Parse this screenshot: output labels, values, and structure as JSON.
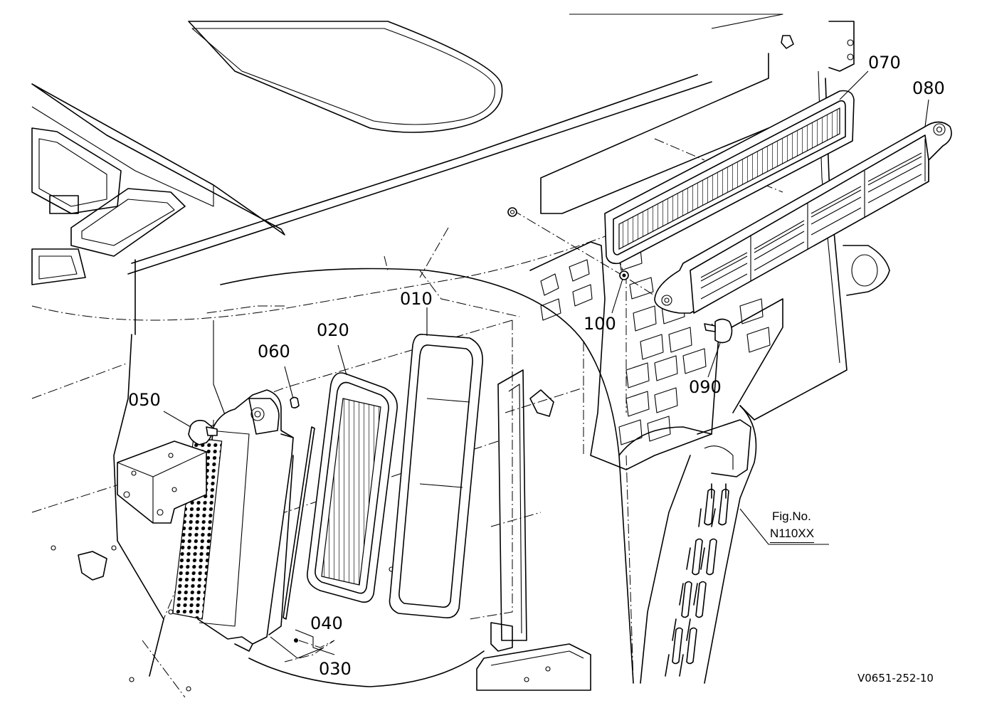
{
  "parts": {
    "p010": "010",
    "p020": "020",
    "p030": "030",
    "p040": "040",
    "p050": "050",
    "p060": "060",
    "p070": "070",
    "p080": "080",
    "p090": "090",
    "p100": "100"
  },
  "figure": {
    "label": "Fig.No.",
    "number": "N110XX",
    "drawing_code": "V0651-252-10"
  }
}
